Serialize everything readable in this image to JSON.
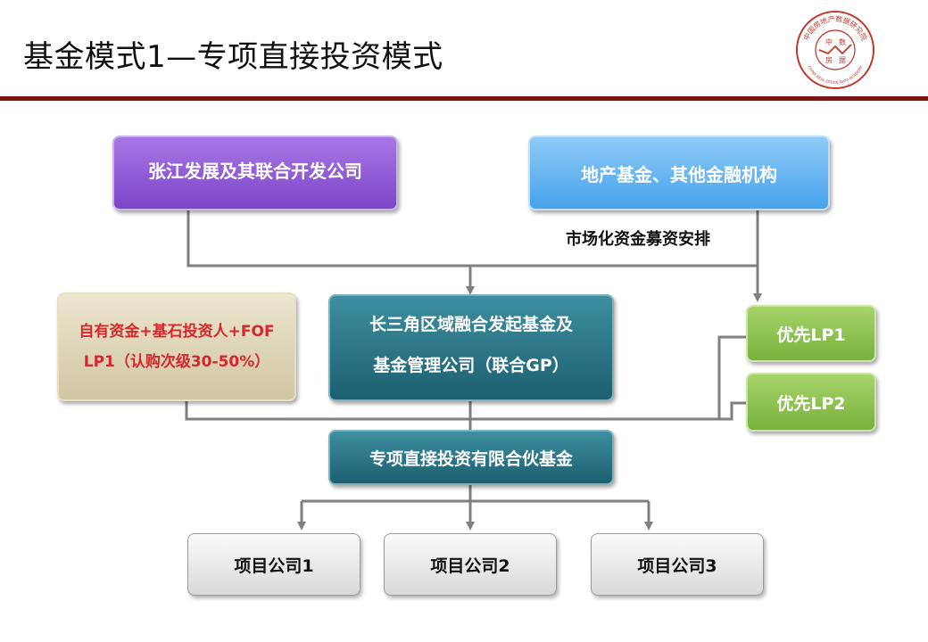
{
  "title": "基金模式1—专项直接投资模式",
  "logo": {
    "arc_text": "中国房地产数据研究院",
    "inner_chars": [
      "中",
      "数",
      "房",
      "据"
    ],
    "english": "CHINA REAL ESTATE DATA ACADEMY"
  },
  "nodes": {
    "zhangjiang": "张江发展及其联合开发公司",
    "real_estate_fund": "地产基金、其他金融机构",
    "market_note": "市场化资金募资安排",
    "self_funds_line1": "自有资金+基石投资人+FOF",
    "self_funds_line2": "LP1（认购次级30-50%）",
    "yangtze_fund_line1": "长三角区域融合发起基金及",
    "yangtze_fund_line2": "基金管理公司（联合GP）",
    "priority_lp1": "优先LP1",
    "priority_lp2": "优先LP2",
    "special_fund": "专项直接投资有限合伙基金",
    "project1": "项目公司1",
    "project2": "项目公司2",
    "project3": "项目公司3"
  },
  "colors": {
    "rule": "#7a1515",
    "connector": "#7f7f7f"
  }
}
